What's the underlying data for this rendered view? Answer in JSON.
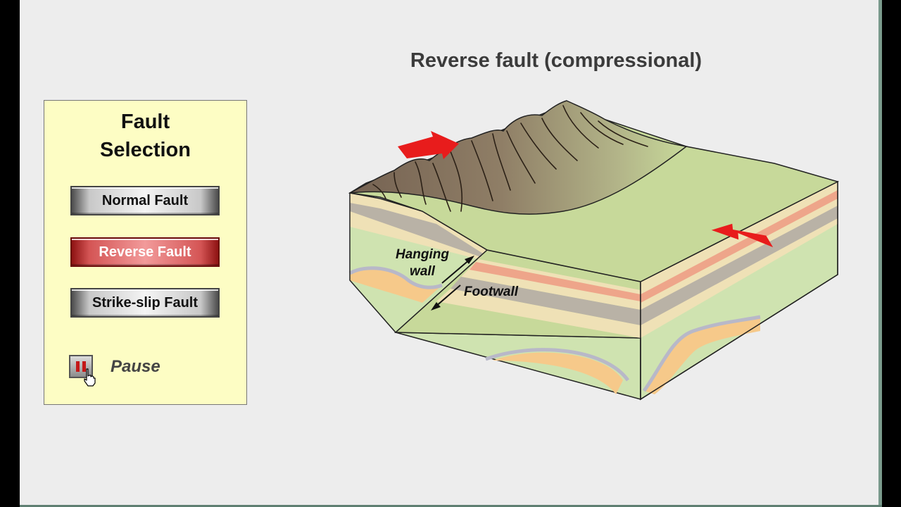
{
  "title": "Reverse fault (compressional)",
  "panel": {
    "title_line1": "Fault",
    "title_line2": "Selection",
    "buttons": [
      {
        "label": "Normal Fault",
        "selected": false
      },
      {
        "label": "Reverse Fault",
        "selected": true
      },
      {
        "label": "Strike-slip Fault",
        "selected": false
      }
    ],
    "pause_label": "Pause"
  },
  "diagram": {
    "hanging_wall_line1": "Hanging",
    "hanging_wall_line2": "wall",
    "footwall_label": "Footwall"
  },
  "colors": {
    "panel_bg": "#fdfdc4",
    "arrow_red": "#e81c1c",
    "active_button": "#c03030",
    "ground_green": "#c7d99a",
    "mountain_brown": "#8a7560",
    "layer_tan": "#efe1b6",
    "layer_salmon": "#eea58a",
    "layer_gray": "#b9b2a6",
    "layer_green": "#cfe3b0",
    "layer_orange": "#f6c98a"
  }
}
